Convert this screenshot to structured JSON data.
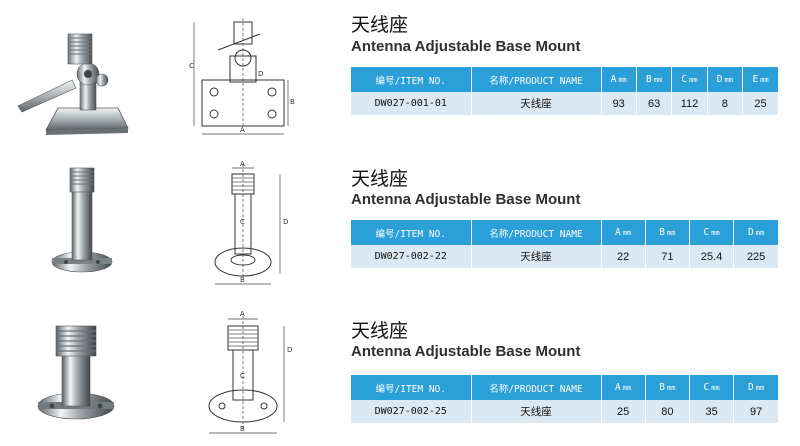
{
  "products": [
    {
      "title_zh": "天线座",
      "title_en": "Antenna Adjustable Base Mount",
      "header": {
        "item_no": "编号/ITEM NO.",
        "product_name": "名称/PRODUCT NAME"
      },
      "dim_columns": [
        {
          "letter": "A",
          "unit": "mm"
        },
        {
          "letter": "B",
          "unit": "mm"
        },
        {
          "letter": "C",
          "unit": "mm"
        },
        {
          "letter": "D",
          "unit": "mm"
        },
        {
          "letter": "E",
          "unit": "mm"
        }
      ],
      "row": {
        "item_no": "DW027-001-01",
        "product_name": "天线座",
        "dims": [
          "93",
          "63",
          "112",
          "8",
          "25"
        ]
      },
      "drawing_labels": [
        "C",
        "D",
        "B",
        "A"
      ]
    },
    {
      "title_zh": "天线座",
      "title_en": "Antenna Adjustable Base Mount",
      "header": {
        "item_no": "编号/ITEM NO.",
        "product_name": "名称/PRODUCT NAME"
      },
      "dim_columns": [
        {
          "letter": "A",
          "unit": "mm"
        },
        {
          "letter": "B",
          "unit": "mm"
        },
        {
          "letter": "C",
          "unit": "mm"
        },
        {
          "letter": "D",
          "unit": "mm"
        }
      ],
      "row": {
        "item_no": "DW027-002-22",
        "product_name": "天线座",
        "dims": [
          "22",
          "71",
          "25.4",
          "225"
        ]
      },
      "drawing_labels": [
        "A",
        "C",
        "D",
        "B"
      ]
    },
    {
      "title_zh": "天线座",
      "title_en": "Antenna Adjustable Base Mount",
      "header": {
        "item_no": "编号/ITEM NO.",
        "product_name": "名称/PRODUCT NAME"
      },
      "dim_columns": [
        {
          "letter": "A",
          "unit": "mm"
        },
        {
          "letter": "B",
          "unit": "mm"
        },
        {
          "letter": "C",
          "unit": "mm"
        },
        {
          "letter": "D",
          "unit": "mm"
        }
      ],
      "row": {
        "item_no": "DW027-002-25",
        "product_name": "天线座",
        "dims": [
          "25",
          "80",
          "35",
          "97"
        ]
      },
      "drawing_labels": [
        "A",
        "C",
        "D",
        "B"
      ]
    }
  ]
}
